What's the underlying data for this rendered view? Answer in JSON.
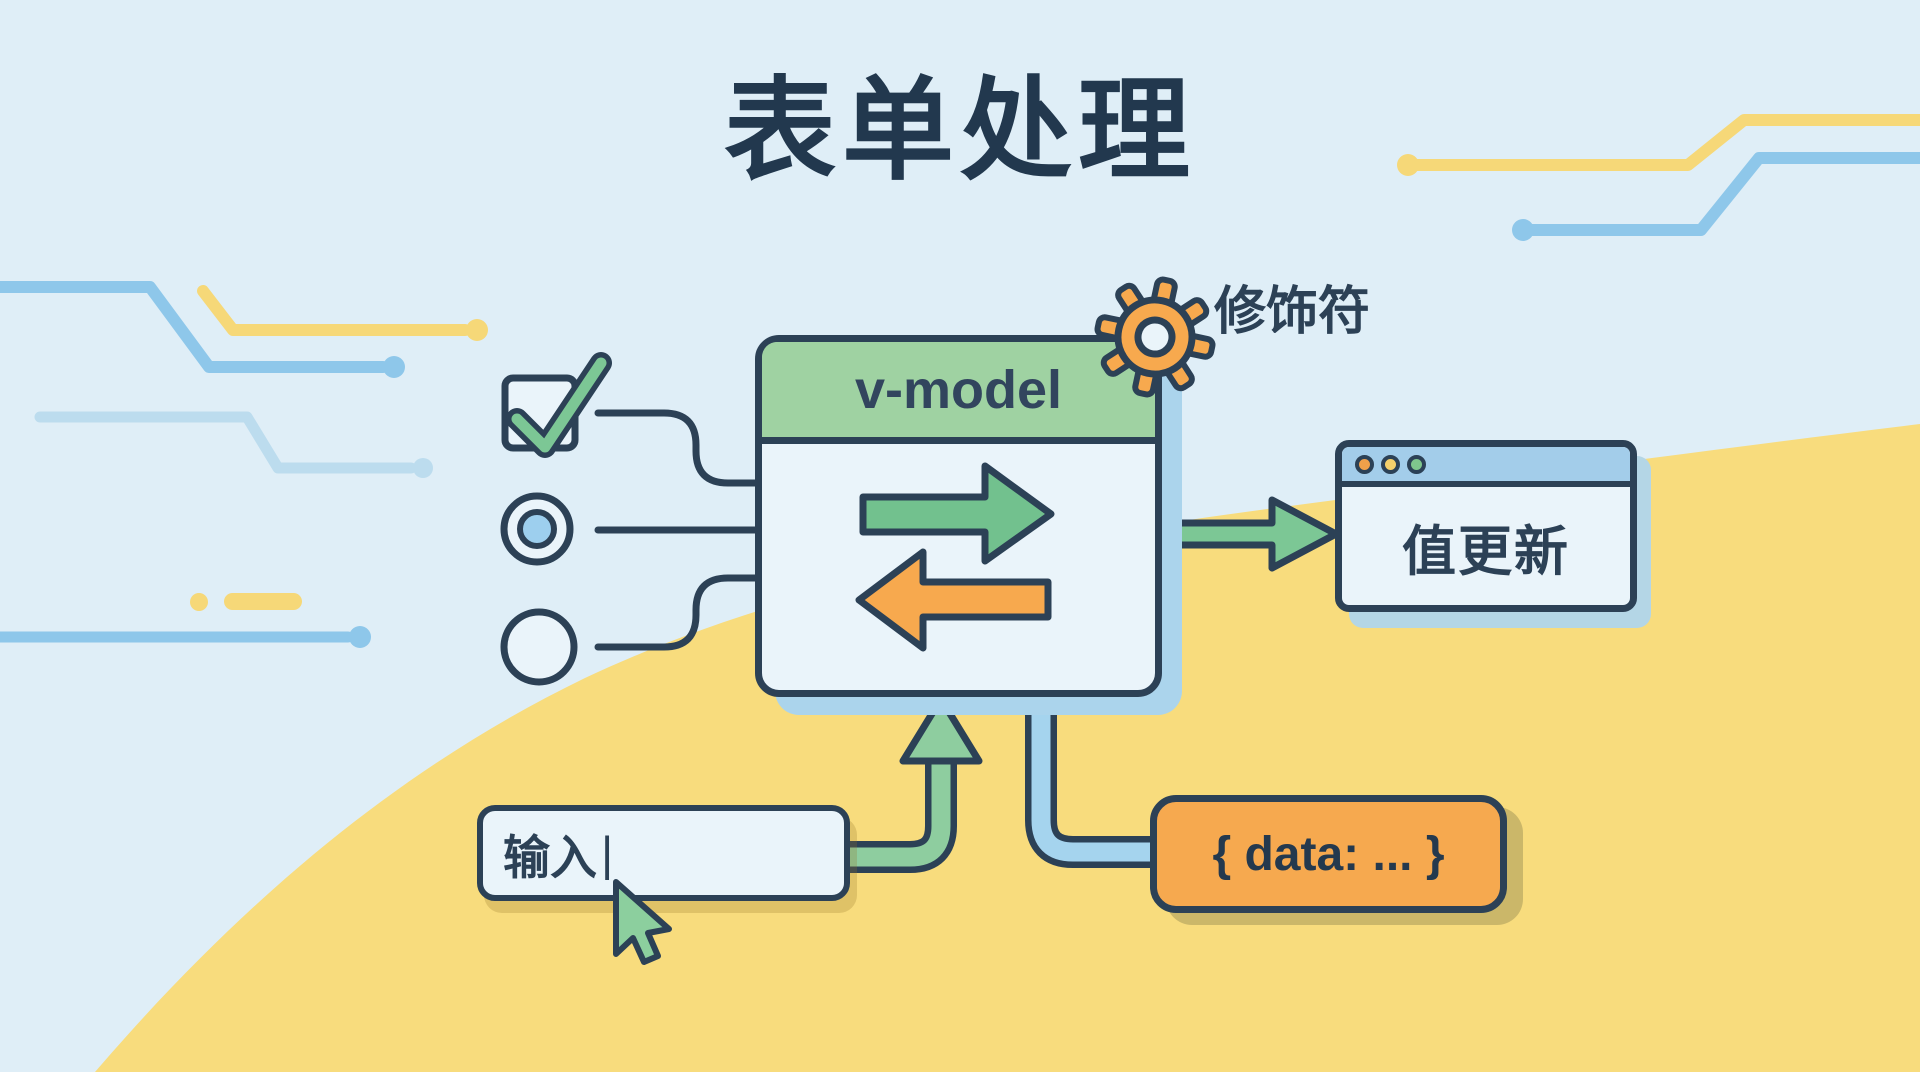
{
  "title": "表单处理",
  "vmodel_box": {
    "header_label": "v-model"
  },
  "gear": {
    "label": "修饰符"
  },
  "form_controls": {
    "items": [
      "checkbox-checked",
      "radio-selected",
      "circle-empty"
    ]
  },
  "output_window": {
    "label": "值更新",
    "traffic_lights": [
      "orange",
      "yellow",
      "green"
    ]
  },
  "input_field": {
    "value": "输入",
    "cursor": "|"
  },
  "data_box": {
    "label": "{ data: ... }"
  },
  "arrows": {
    "inside_vmodel": [
      "right-green",
      "left-orange"
    ],
    "to_output": "green-right-arrow",
    "from_input": "green-up-pipe-arrow",
    "to_data": "blue-pipe"
  },
  "colors": {
    "background": "#dfeef7",
    "hill_yellow": "#f8dc7d",
    "navy": "#2c4156",
    "header_green": "#9fd2a2",
    "arrow_green": "#72c18e",
    "pipe_green": "#8ecd9f",
    "orange": "#f7a94e",
    "pipe_blue": "#a5d4ee",
    "titlebar_blue": "#a3cdea",
    "panel_fill": "#eaf4fa",
    "box_shadow_blue": "#abd4ec",
    "decor_blue": "#8ec7ea",
    "decor_yellow": "#f6d878",
    "decor_pale_blue": "#bcdcee",
    "radio_blue": "#9dcfee"
  }
}
